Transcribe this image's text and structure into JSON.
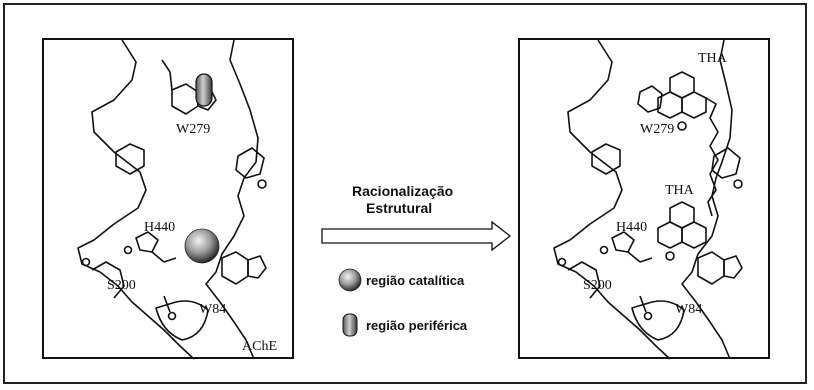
{
  "left_panel": {
    "labels": {
      "w279": "W279",
      "h440": "H440",
      "s200": "S200",
      "w84": "W84",
      "ache": "AChE"
    }
  },
  "right_panel": {
    "labels": {
      "tha_top": "THA",
      "tha_bottom": "THA",
      "w279": "W279",
      "h440": "H440",
      "s200": "S200",
      "w84": "W84"
    }
  },
  "arrow": {
    "line1": "Racionalização",
    "line2": "Estrutural"
  },
  "legend": {
    "catalytic": "região catalítica",
    "peripheral": "região periférica"
  }
}
